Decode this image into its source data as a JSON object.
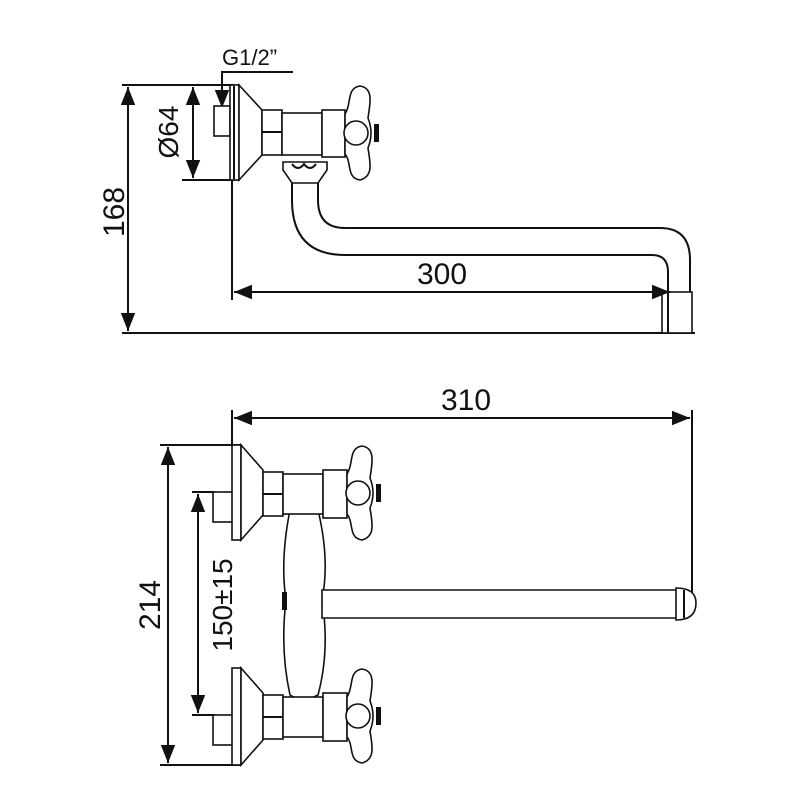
{
  "drawing": {
    "top_view": {
      "thread_label": "G1/2”",
      "diameter_label": "Ø64",
      "height_label": "168",
      "reach_label": "300"
    },
    "front_view": {
      "width_label": "310",
      "height_label": "214",
      "spacing_label": "150±15"
    },
    "colors": {
      "line": "#111111",
      "background": "#ffffff"
    }
  }
}
